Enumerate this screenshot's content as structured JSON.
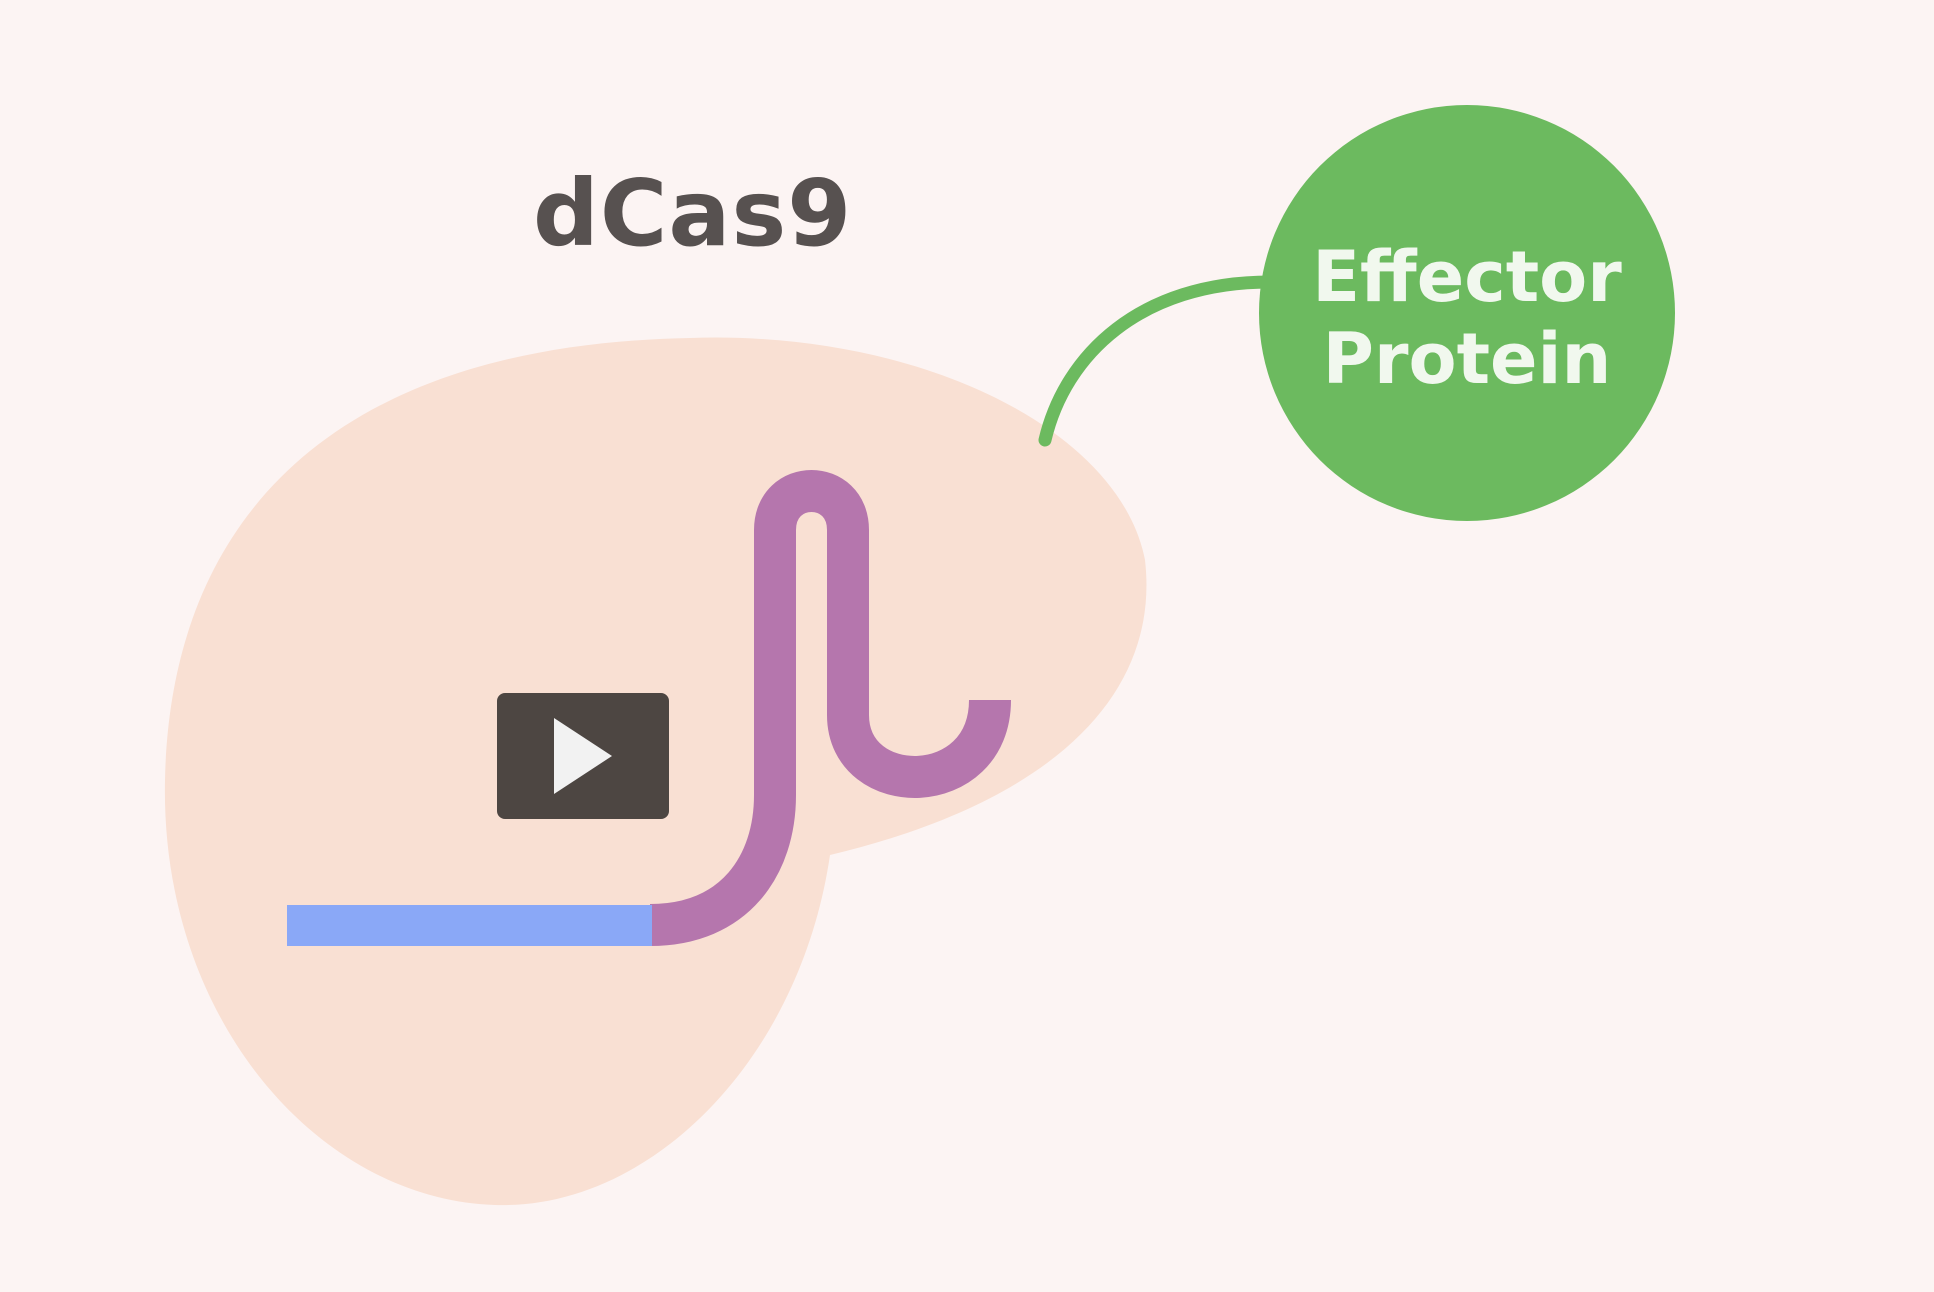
{
  "diagram": {
    "title": "dCas9",
    "effector_label_line1": "Effector",
    "effector_label_line2": "Protein"
  },
  "video_player": {
    "play_icon": "play-icon"
  },
  "colors": {
    "background": "#fcf4f3",
    "protein_body": "#f9e0d3",
    "guide_rna": "#b576ad",
    "target_dna": "#8aa8f7",
    "effector": "#6cba5f",
    "effector_text": "#f1f8ee",
    "title_text": "#575150",
    "play_button_bg": "#4d4642",
    "play_icon": "#f2f2f2"
  }
}
